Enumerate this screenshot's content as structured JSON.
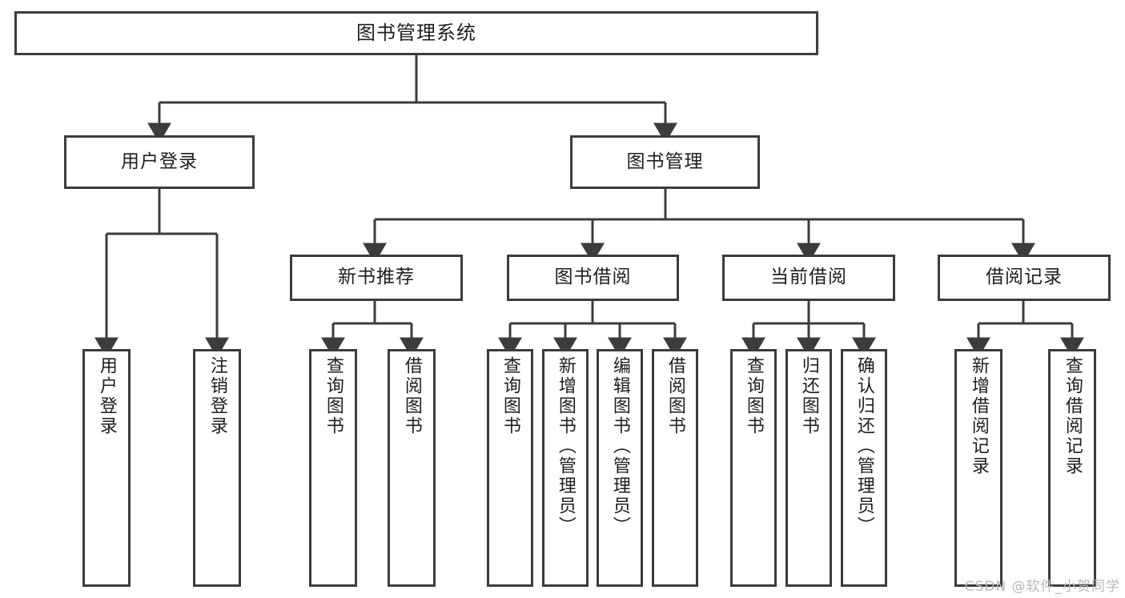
{
  "diagram": {
    "type": "tree",
    "title": "图书管理系统",
    "root": {
      "label": "图书管理系统"
    },
    "level2": [
      {
        "label": "用户登录"
      },
      {
        "label": "图书管理"
      }
    ],
    "level3": [
      {
        "label": "新书推荐"
      },
      {
        "label": "图书借阅"
      },
      {
        "label": "当前借阅"
      },
      {
        "label": "借阅记录"
      }
    ],
    "leaves": {
      "user_login": [
        {
          "label": "用户登录"
        },
        {
          "label": "注销登录"
        }
      ],
      "new_book_rec": [
        {
          "label": "查询图书"
        },
        {
          "label": "借阅图书"
        }
      ],
      "book_borrow": [
        {
          "label": "查询图书"
        },
        {
          "label": "新增图书（管理员）"
        },
        {
          "label": "编辑图书（管理员）"
        },
        {
          "label": "借阅图书"
        }
      ],
      "current_borrow": [
        {
          "label": "查询图书"
        },
        {
          "label": "归还图书"
        },
        {
          "label": "确认归还（管理员）"
        }
      ],
      "borrow_record": [
        {
          "label": "新增借阅记录"
        },
        {
          "label": "查询借阅记录"
        }
      ]
    }
  },
  "watermark": {
    "text": "CSDN @软件_小贺同学"
  },
  "colors": {
    "border": "#3c3c3c",
    "background": "#ffffff",
    "text": "#1e1e1e",
    "watermark": "#b9b9b9"
  }
}
